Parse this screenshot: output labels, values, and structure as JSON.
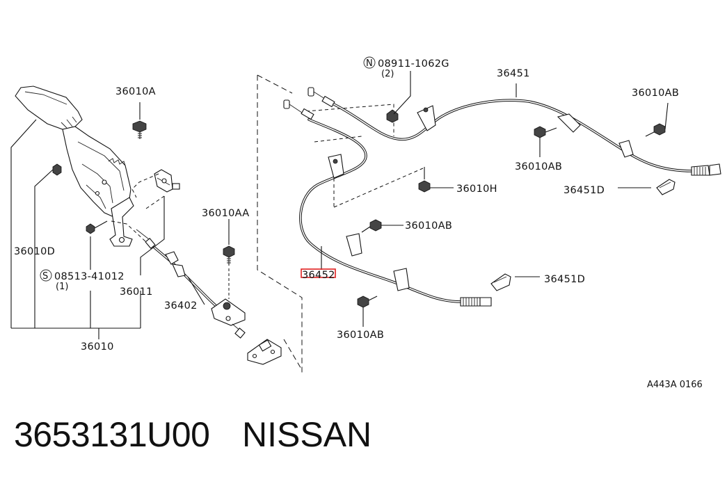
{
  "diagram": {
    "labels": {
      "l36010A": "36010A",
      "l36010D": "36010D",
      "l08513": "08513-41012",
      "l08513qty": "(1)",
      "l36011": "36011",
      "l36402": "36402",
      "l36010": "36010",
      "l36010AA": "36010AA",
      "l08911": "08911-1062G",
      "l08911qty": "(2)",
      "l36451": "36451",
      "l36010AB_1": "36010AB",
      "l36010AB_2": "36010AB",
      "l36010H": "36010H",
      "l36451D_1": "36451D",
      "l36010AB_3": "36010AB",
      "l36452": "36452",
      "l36451D_2": "36451D",
      "l36010AB_4": "36010AB"
    },
    "prefix_n": "N",
    "prefix_s": "S",
    "ref_code": "A443A 0166",
    "highlight_color": "#e02020"
  },
  "footer": {
    "part_number": "3653131U00",
    "brand": "NISSAN"
  }
}
